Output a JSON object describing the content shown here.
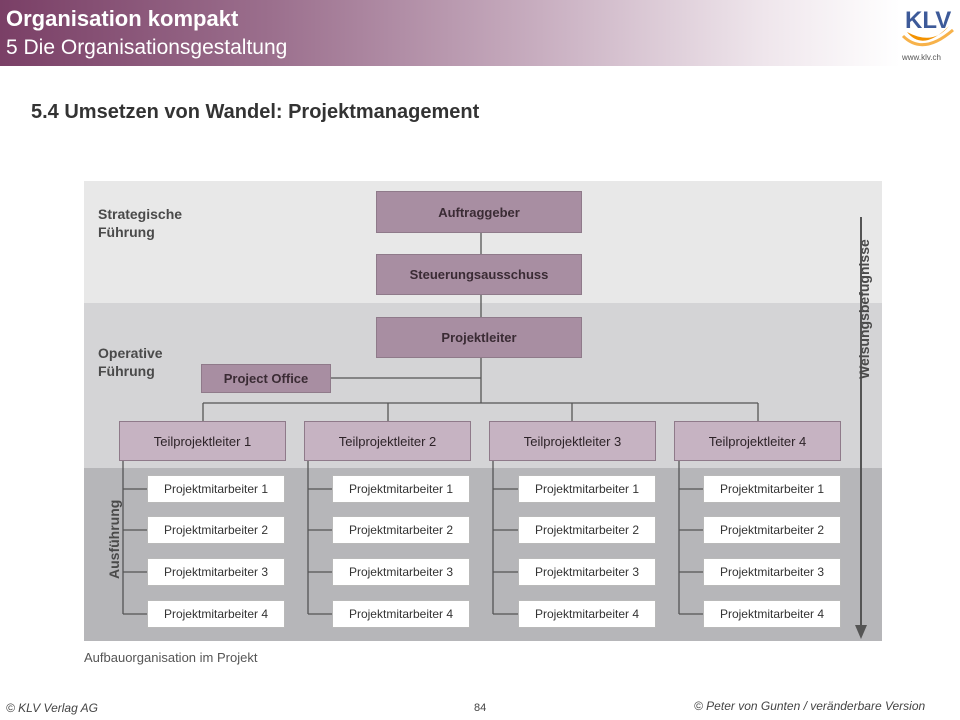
{
  "header": {
    "deck_title": "Organisation kompakt",
    "chapter_title": "5 Die Organisationsgestaltung",
    "logo_text": "KLV",
    "logo_url": "www.klv.ch"
  },
  "slide_title": "5.4 Umsetzen von Wandel: Projektmanagement",
  "diagram": {
    "levels": {
      "strategic": [
        "Strategische",
        "Führung"
      ],
      "operative": [
        "Operative",
        "Führung"
      ],
      "execution": "Ausführung"
    },
    "boxes": {
      "client": "Auftraggeber",
      "steering": "Steuerungsausschuss",
      "project_lead": "Projektleiter",
      "project_office": "Project Office"
    },
    "teams": [
      {
        "lead": "Teilprojektleiter 1",
        "members": [
          "Projektmitarbeiter 1",
          "Projektmitarbeiter 2",
          "Projektmitarbeiter 3",
          "Projektmitarbeiter 4"
        ]
      },
      {
        "lead": "Teilprojektleiter 2",
        "members": [
          "Projektmitarbeiter 1",
          "Projektmitarbeiter 2",
          "Projektmitarbeiter 3",
          "Projektmitarbeiter 4"
        ]
      },
      {
        "lead": "Teilprojektleiter 3",
        "members": [
          "Projektmitarbeiter 1",
          "Projektmitarbeiter 2",
          "Projektmitarbeiter 3",
          "Projektmitarbeiter 4"
        ]
      },
      {
        "lead": "Teilprojektleiter 4",
        "members": [
          "Projektmitarbeiter 1",
          "Projektmitarbeiter 2",
          "Projektmitarbeiter 3",
          "Projektmitarbeiter 4"
        ]
      }
    ],
    "authority_label": "Weisungsbefugnisse",
    "caption": "Aufbauorganisation im Projekt"
  },
  "footer": {
    "left": "© KLV Verlag AG",
    "page": "84",
    "right": "© Peter von Gunten / veränderbare Version"
  },
  "colors": {
    "header_start": "#7a3f66",
    "box_dark": "#a88ea2",
    "box_light": "#c6b3c2",
    "logo_orange": "#f39200"
  }
}
